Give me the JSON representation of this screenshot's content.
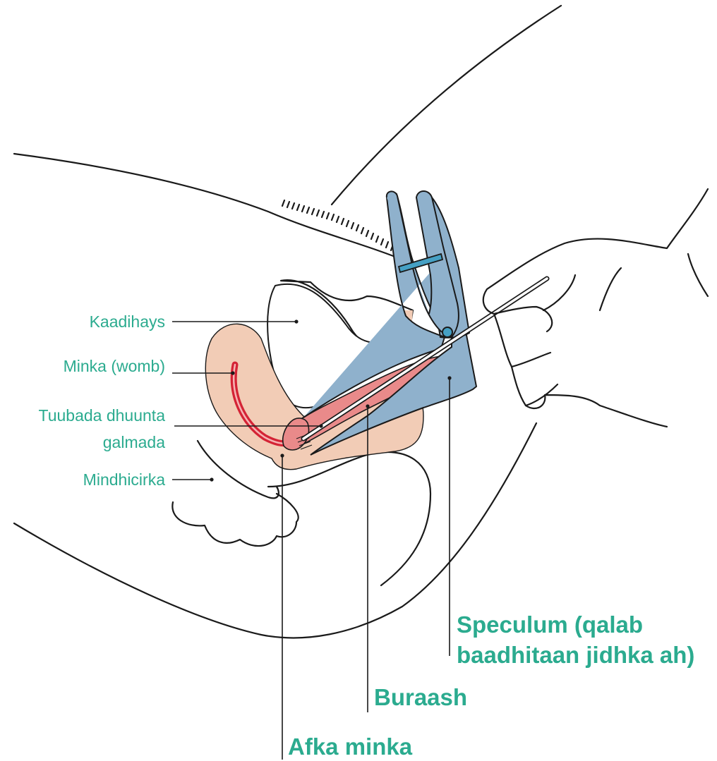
{
  "labels": {
    "kaadihays": "Kaadihays",
    "minka": "Minka (womb)",
    "tuubada_line1": "Tuubada dhuunta",
    "tuubada_line2": "galmada",
    "mindhicirka": "Mindhicirka",
    "speculum_line1": "Speculum (qalab",
    "speculum_line2": "baadhitaan jidhka ah)",
    "buraash": "Buraash",
    "afka_minka": "Afka minka"
  },
  "colors": {
    "label_text": "#2bab8f",
    "speculum": "#8fb1cc",
    "uterus_tissue": "#f2ccb6",
    "vaginal_canal": "#e98a8a",
    "uterine_lining": "#d42335"
  }
}
